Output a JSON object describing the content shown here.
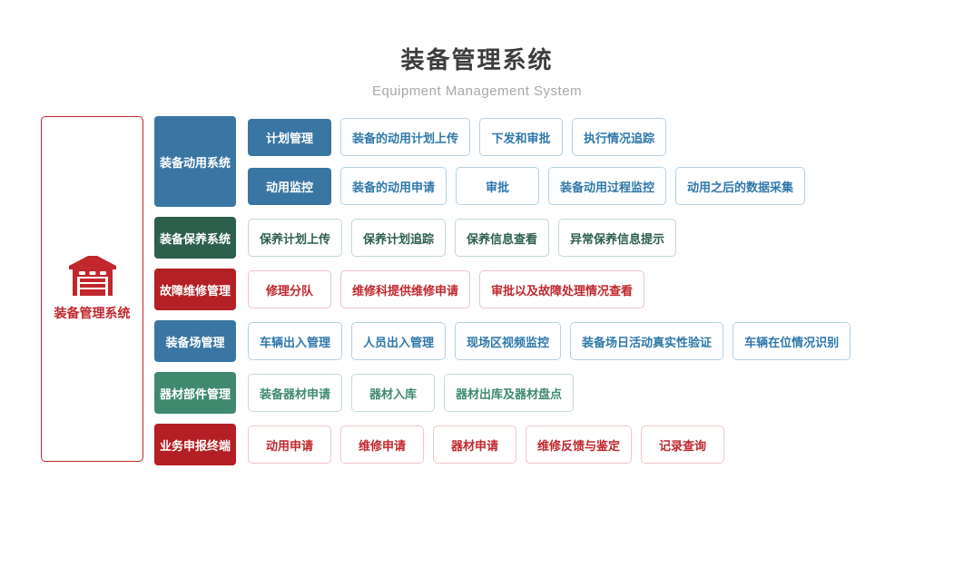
{
  "header": {
    "title": "装备管理系统",
    "subtitle": "Equipment Management System"
  },
  "root": {
    "label": "装备管理系统",
    "icon": "garage-icon",
    "color": "#c1272d"
  },
  "colors": {
    "blue": "#3a76a3",
    "blue_outline_text": "#2f78ab",
    "blue_outline_border": "#b5d1e4",
    "dark_green": "#2d5f4d",
    "dark_green_outline_border": "#c3d8cf",
    "red": "#b32025",
    "red_outline_text": "#c1272d",
    "red_outline_border": "#efc3c5",
    "green": "#3f8a6f",
    "green_outline_border": "#c4ddd3",
    "dark_red": "#b31f24",
    "title_text": "#3d3d3d",
    "subtitle_text": "#a8a8a8"
  },
  "groups": [
    {
      "id": "equipment-mobilization-system",
      "label": "装备动用系统",
      "theme": "blue",
      "rows": [
        {
          "sub": "计划管理",
          "items": [
            "装备的动用计划上传",
            "下发和审批",
            "执行情况追踪"
          ]
        },
        {
          "sub": "动用监控",
          "items": [
            "装备的动用申请",
            "审批",
            "装备动用过程监控",
            "动用之后的数据采集"
          ]
        }
      ]
    },
    {
      "id": "equipment-maintenance-system",
      "label": "装备保养系统",
      "theme": "darkgreen",
      "rows": [
        {
          "items": [
            "保养计划上传",
            "保养计划追踪",
            "保养信息查看",
            "异常保养信息提示"
          ]
        }
      ]
    },
    {
      "id": "fault-repair-management",
      "label": "故障维修管理",
      "theme": "red",
      "rows": [
        {
          "items": [
            "修理分队",
            "维修科提供维修申请",
            "审批以及故障处理情况查看"
          ]
        }
      ]
    },
    {
      "id": "equipment-yard-management",
      "label": "装备场管理",
      "theme": "blue",
      "rows": [
        {
          "items": [
            "车辆出入管理",
            "人员出入管理",
            "现场区视频监控",
            "装备场日活动真实性验证",
            "车辆在位情况识别"
          ]
        }
      ]
    },
    {
      "id": "parts-components-management",
      "label": "器材部件管理",
      "theme": "green",
      "rows": [
        {
          "items": [
            "装备器材申请",
            "器材入库",
            "器材出库及器材盘点"
          ]
        }
      ]
    },
    {
      "id": "business-declaration-terminal",
      "label": "业务申报终端",
      "theme": "darkred",
      "rows": [
        {
          "items": [
            "动用申请",
            "维修申请",
            "器材申请",
            "维修反馈与鉴定",
            "记录查询"
          ]
        }
      ]
    }
  ]
}
